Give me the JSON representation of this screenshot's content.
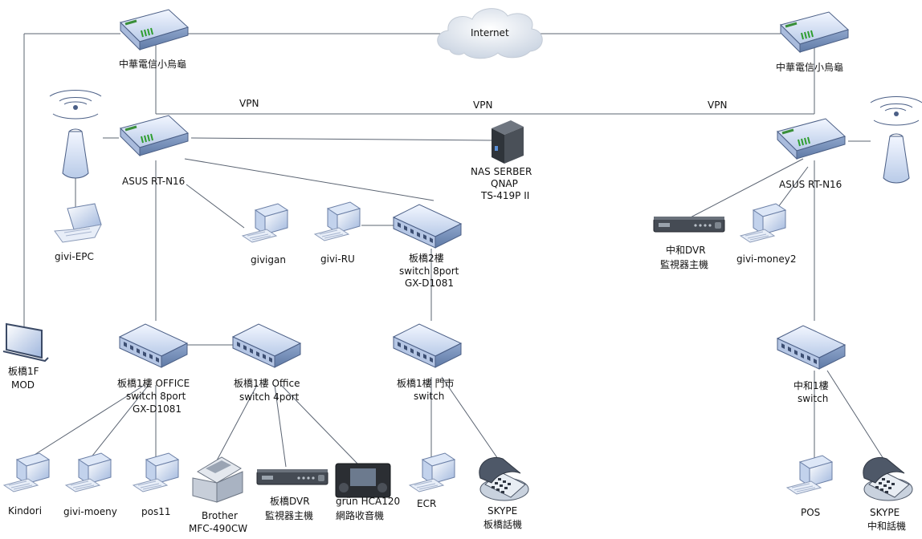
{
  "labels": {
    "internet": "Internet",
    "vpn_left": "VPN",
    "vpn_mid": "VPN",
    "vpn_right": "VPN",
    "modem_left": "中華電信小烏龜",
    "modem_right": "中華電信小烏龜",
    "router_left": "ASUS RT-N16",
    "router_right": "ASUS RT-N16",
    "nas": [
      "NAS SERBER",
      "QNAP",
      "TS-419P II"
    ],
    "laptop": "givi-EPC",
    "givigan": "givigan",
    "givi_ru": "givi-RU",
    "switch_2f": [
      "板橋2樓",
      "switch 8port",
      "GX-D1081"
    ],
    "mod": [
      "板橋1F",
      "MOD"
    ],
    "switch_office": [
      "板橋1樓 OFFICE",
      "switch  8port",
      "GX-D1081"
    ],
    "switch_office4": [
      "板橋1樓 Office",
      "switch 4port"
    ],
    "switch_store": [
      "板橋1樓 門市",
      "switch"
    ],
    "dvr_zh": [
      "中和DVR",
      "監視器主機"
    ],
    "givi_money2": "givi-money2",
    "switch_zh": [
      "中和1樓",
      "switch"
    ],
    "kindori": "Kindori",
    "givi_moeny": "givi-moeny",
    "pos11": "pos11",
    "printer": [
      "Brother",
      "MFC-490CW"
    ],
    "dvr_bq": [
      "板橋DVR",
      "監視器主機"
    ],
    "radio": [
      "grün HCA120",
      "網路收音機"
    ],
    "ecr": "ECR",
    "skype_bq": [
      "SKYPE",
      "板橋話機"
    ],
    "pos": "POS",
    "skype_zh": [
      "SKYPE",
      "中和話機"
    ]
  }
}
